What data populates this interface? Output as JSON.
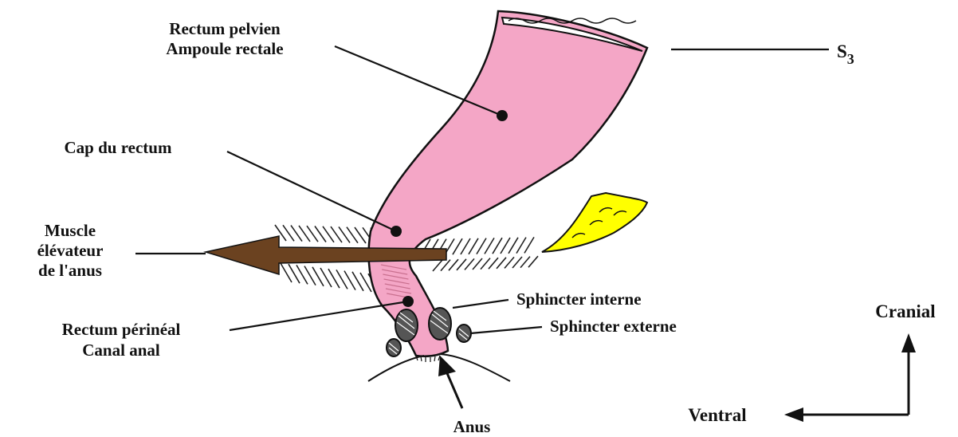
{
  "labels": {
    "rectum_pelvien": "Rectum pelvien",
    "ampoule_rectale": "Ampoule rectale",
    "s3_main": "S",
    "s3_sub": "3",
    "cap": "Cap du rectum",
    "muscle_1": "Muscle",
    "muscle_2": "élévateur",
    "muscle_3": "de l'anus",
    "sphincter_interne": "Sphincter interne",
    "sphincter_externe": "Sphincter externe",
    "rectum_perineal": "Rectum périnéal",
    "canal_anal": "Canal anal",
    "anus": "Anus",
    "cranial": "Cranial",
    "ventral": "Ventral"
  },
  "colors": {
    "rectum_fill": "#F4A6C6",
    "levator_arrow": "#6B4220",
    "coccyx_fill": "#FFFF00",
    "sphincter_fill": "#555555",
    "outline": "#111111"
  }
}
